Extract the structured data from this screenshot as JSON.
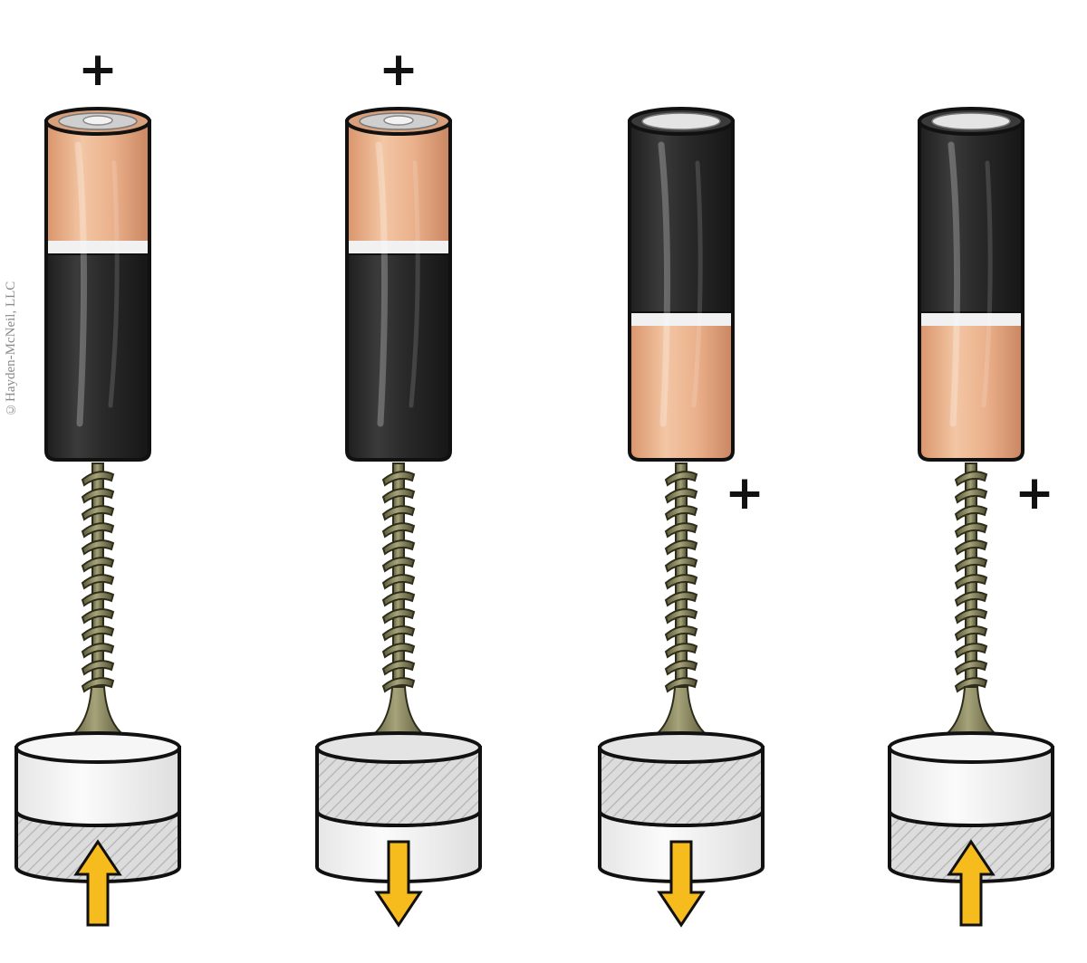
{
  "credit": "©Hayden-McNeil, LLC",
  "colors": {
    "battery_copper": "#e9b08b",
    "battery_black": "#2c2c2c",
    "battery_band": "#f1f1f1",
    "screw": "#7d7a52",
    "magnet_light": "#eeeeee",
    "magnet_hatched": "#dadada",
    "arrow": "#f6bb1c",
    "outline": "#111111"
  },
  "icons": {
    "battery": "battery-icon",
    "screw": "screw-icon",
    "magnet": "disc-magnet-icon",
    "arrow_up": "arrow-up-icon",
    "arrow_down": "arrow-down-icon",
    "plus": "plus-sign"
  },
  "setups": [
    {
      "plus_label": "+",
      "plus_position": "top",
      "battery_orientation": "positive-up",
      "magnet_top": "light",
      "magnet_bottom": "hatched",
      "arrow": "up"
    },
    {
      "plus_label": "+",
      "plus_position": "top",
      "battery_orientation": "positive-up",
      "magnet_top": "hatched",
      "magnet_bottom": "light",
      "arrow": "down"
    },
    {
      "plus_label": "+",
      "plus_position": "bottom",
      "battery_orientation": "positive-down",
      "magnet_top": "hatched",
      "magnet_bottom": "light",
      "arrow": "down"
    },
    {
      "plus_label": "+",
      "plus_position": "bottom",
      "battery_orientation": "positive-down",
      "magnet_top": "light",
      "magnet_bottom": "hatched",
      "arrow": "up"
    }
  ]
}
